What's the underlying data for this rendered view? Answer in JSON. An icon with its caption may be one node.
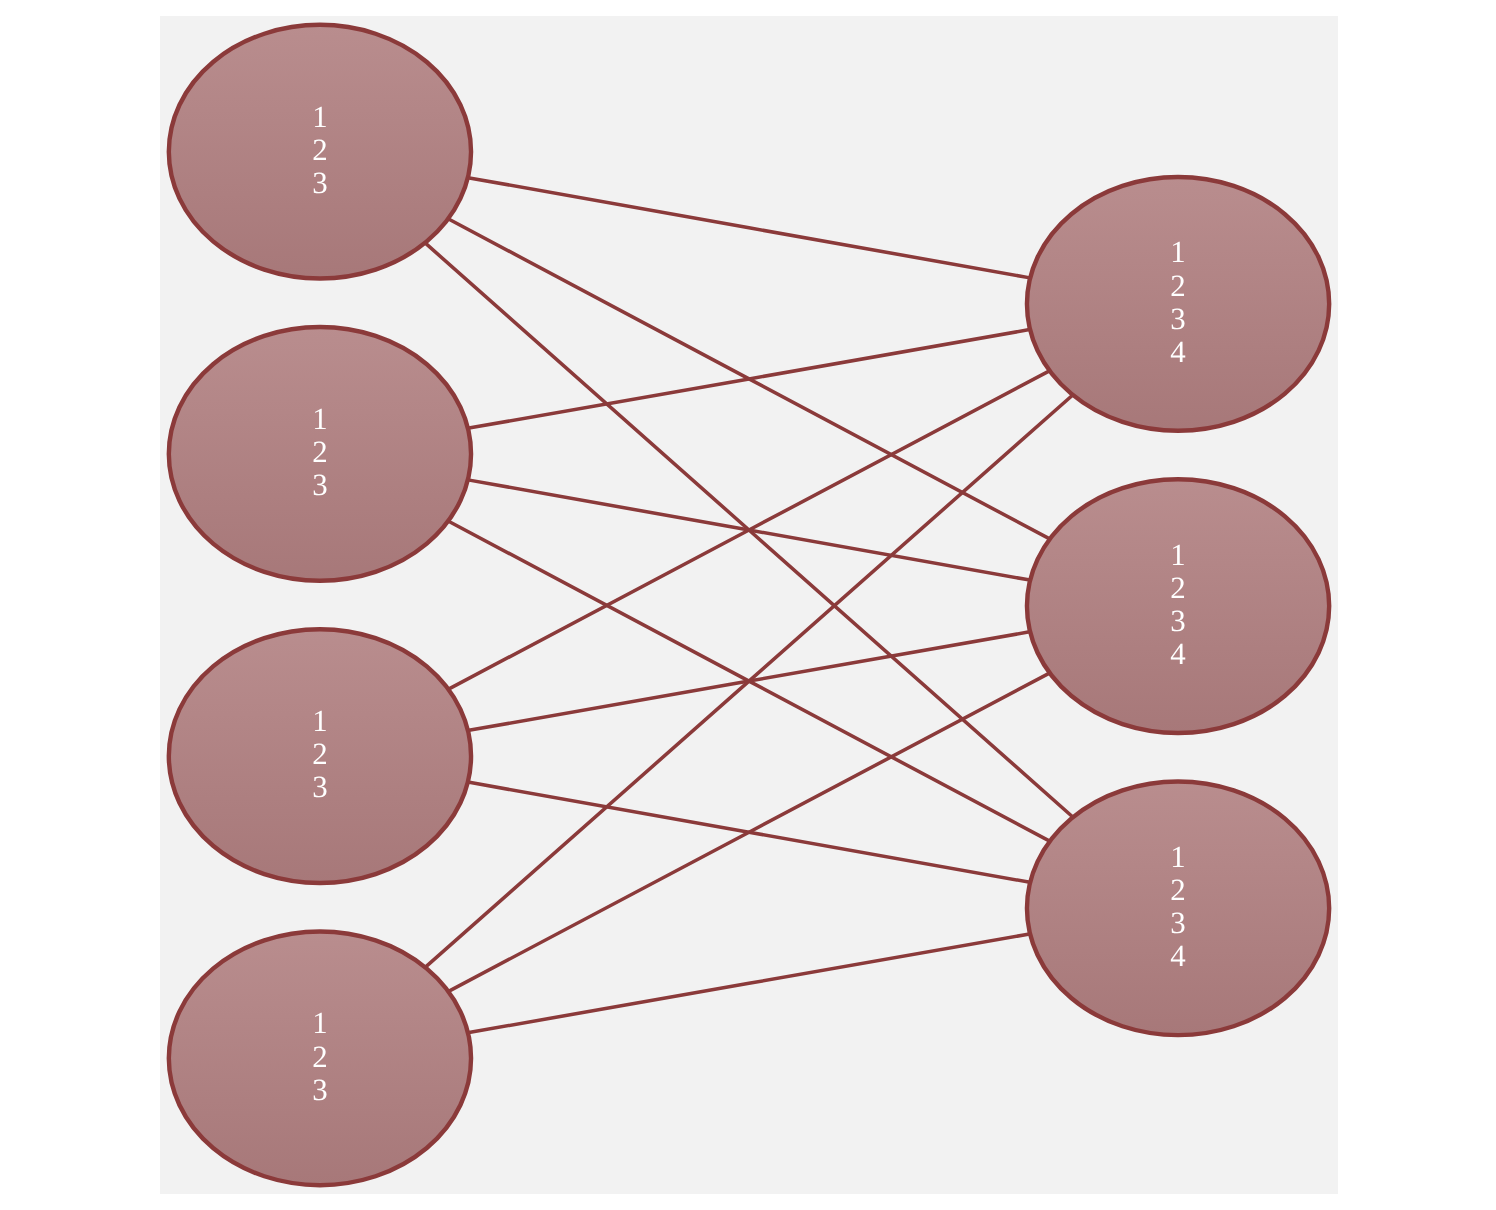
{
  "diagram": {
    "nodes": [
      {
        "text": [
          "1",
          "2",
          "3"
        ]
      },
      {
        "text": [
          "1",
          "2",
          "3"
        ]
      },
      {
        "text": [
          "1",
          "2",
          "3"
        ]
      },
      {
        "text": [
          "1",
          "2",
          "3"
        ]
      },
      {
        "text": [
          "1",
          "2",
          "3",
          "4"
        ]
      },
      {
        "text": [
          "1",
          "2",
          "3",
          "4"
        ]
      },
      {
        "text": [
          "1",
          "2",
          "3",
          "4"
        ]
      }
    ],
    "edges": [
      {
        "from": 0,
        "to": 4,
        "arrow": "none"
      },
      {
        "from": 0,
        "to": 5,
        "arrow": "none"
      },
      {
        "from": 0,
        "to": 6,
        "arrow": "none"
      },
      {
        "from": 1,
        "to": 4,
        "arrow": "none"
      },
      {
        "from": 1,
        "to": 5,
        "arrow": "none"
      },
      {
        "from": 1,
        "to": 6,
        "arrow": "none"
      },
      {
        "from": 2,
        "to": 4,
        "arrow": "none"
      },
      {
        "from": 2,
        "to": 5,
        "arrow": "none"
      },
      {
        "from": 2,
        "to": 6,
        "arrow": "none"
      },
      {
        "from": 3,
        "to": 4,
        "arrow": "none"
      },
      {
        "from": 3,
        "to": 5,
        "arrow": "none"
      },
      {
        "from": 3,
        "to": 6,
        "arrow": "none"
      }
    ]
  }
}
